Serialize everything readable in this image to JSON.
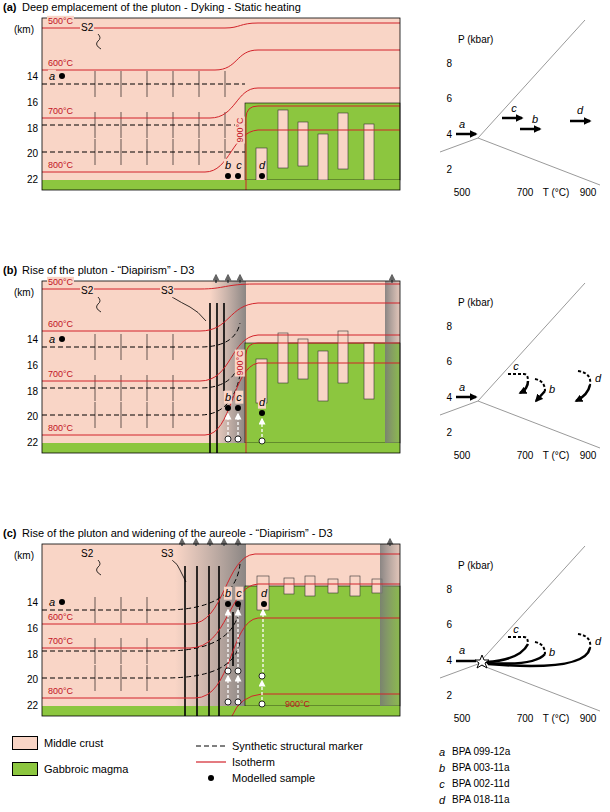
{
  "diagram": {
    "labels": [
      "(a)",
      "Deep emplacement of the pluton - Dyking - Static heating",
      "(km)",
      "14",
      "16",
      "18",
      "20",
      "22",
      "500°C",
      "600°C",
      "700°C",
      "800°C",
      "900°C",
      "S2",
      "a",
      "b",
      "c",
      "d",
      "P (kbar)",
      "8",
      "6",
      "4",
      "2",
      "T (°C)",
      "500",
      "700",
      "900",
      "a",
      "b",
      "c",
      "d",
      "(b)",
      "Rise of the pluton - “Diapirism” - D3",
      "(km)",
      "14",
      "16",
      "18",
      "20",
      "22",
      "500°C",
      "600°C",
      "700°C",
      "800°C",
      "900°C",
      "S2",
      "S3",
      "a",
      "b",
      "c",
      "d",
      "P (kbar)",
      "8",
      "6",
      "4",
      "2",
      "T (°C)",
      "500",
      "700",
      "900",
      "a",
      "b",
      "c",
      "d",
      "(c)",
      "Rise of the pluton and widening of the aureole - “Diapirism” - D3",
      "(km)",
      "14",
      "16",
      "18",
      "20",
      "22",
      "600°C",
      "700°C",
      "800°C",
      "900°C",
      "S2",
      "S3",
      "a",
      "b",
      "c",
      "d",
      "P (kbar)",
      "8",
      "6",
      "4",
      "2",
      "T (°C)",
      "500",
      "700",
      "900",
      "a",
      "b",
      "c",
      "d",
      "a",
      "BPA 099-12a",
      "b",
      "BPA 003-11a",
      "c",
      "BPA 002-11d",
      "d",
      "BPA 018-11a"
    ],
    "legend": [
      {
        "text": "Middle crust",
        "color": "#f9d5c6"
      },
      {
        "text": "Gabbroic magma",
        "color": "#8cc63f"
      },
      {
        "text": "Synthetic structural marker"
      },
      {
        "text": "Isotherm"
      },
      {
        "text": "Modelled sample"
      }
    ]
  }
}
